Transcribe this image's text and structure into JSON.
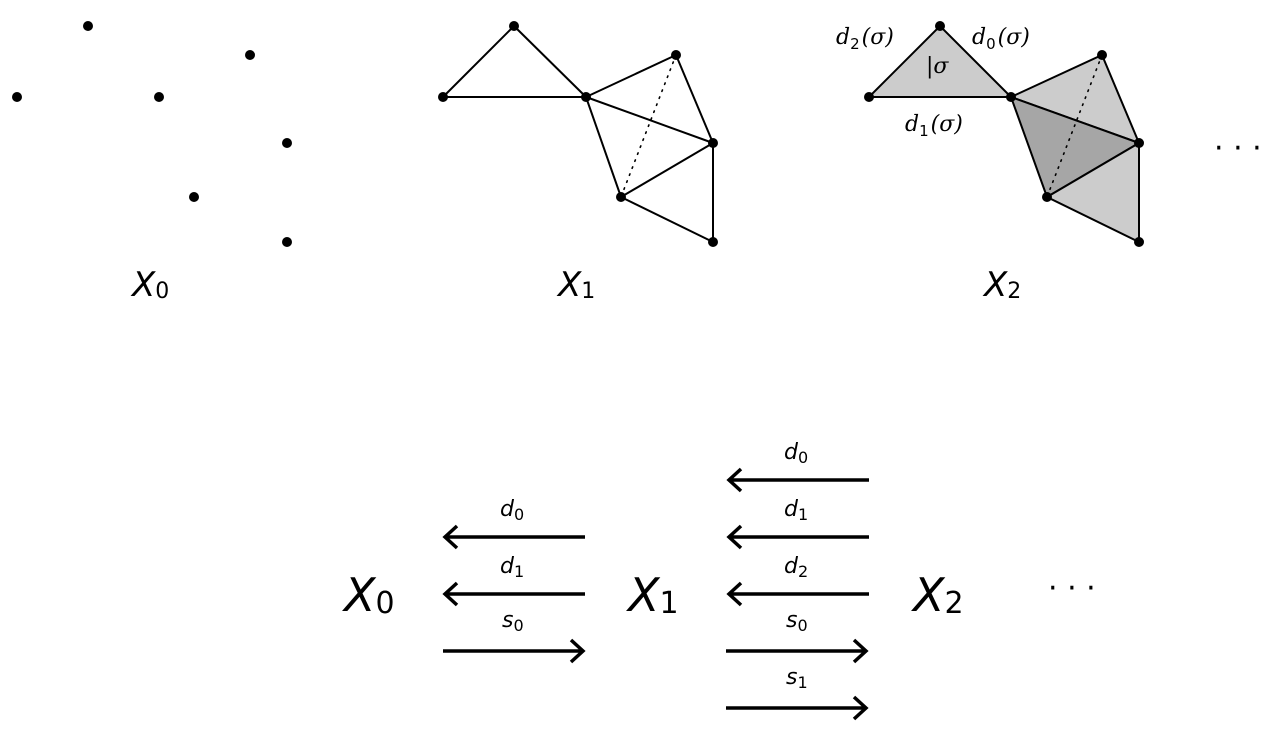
{
  "panels": {
    "x0": {
      "label": "X",
      "sub": "0"
    },
    "x1": {
      "label": "X",
      "sub": "1"
    },
    "x2": {
      "label": "X",
      "sub": "2",
      "face_labels": {
        "d2": {
          "main": "d",
          "sub": "2",
          "arg": "(σ)"
        },
        "d0": {
          "main": "d",
          "sub": "0",
          "arg": "(σ)"
        },
        "d1": {
          "main": "d",
          "sub": "1",
          "arg": "(σ)"
        },
        "sigma": "|σ"
      }
    },
    "ellipsis": "· · ·"
  },
  "bottom": {
    "objects": [
      {
        "label": "X",
        "sub": "0"
      },
      {
        "label": "X",
        "sub": "1"
      },
      {
        "label": "X",
        "sub": "2"
      }
    ],
    "ellipsis": "· · ·",
    "arrows_01": [
      {
        "main": "d",
        "sub": "0",
        "direction": "left"
      },
      {
        "main": "d",
        "sub": "1",
        "direction": "left"
      },
      {
        "main": "s",
        "sub": "0",
        "direction": "right"
      }
    ],
    "arrows_12": [
      {
        "main": "d",
        "sub": "0",
        "direction": "left"
      },
      {
        "main": "d",
        "sub": "1",
        "direction": "left"
      },
      {
        "main": "d",
        "sub": "2",
        "direction": "left"
      },
      {
        "main": "s",
        "sub": "0",
        "direction": "right"
      },
      {
        "main": "s",
        "sub": "1",
        "direction": "right"
      }
    ]
  },
  "colors": {
    "light_fill": "#cccccc",
    "dark_fill": "#a6a6a6",
    "ink": "#000000"
  }
}
